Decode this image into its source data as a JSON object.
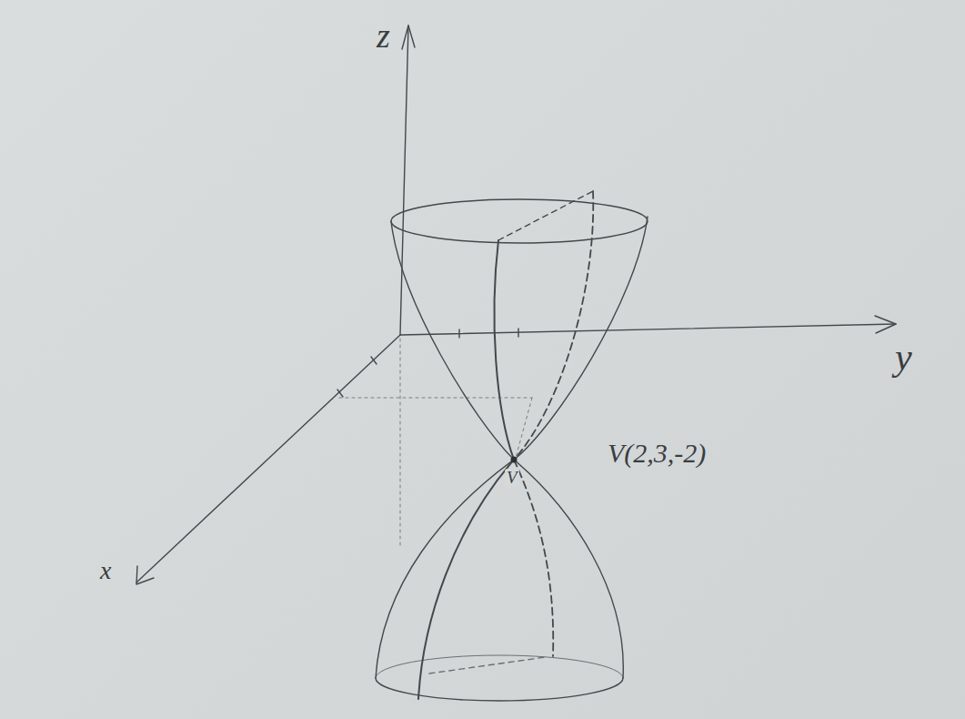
{
  "diagram": {
    "labels": [
      "z",
      "y",
      "x",
      "V",
      "V(2,3,-2)"
    ]
  }
}
